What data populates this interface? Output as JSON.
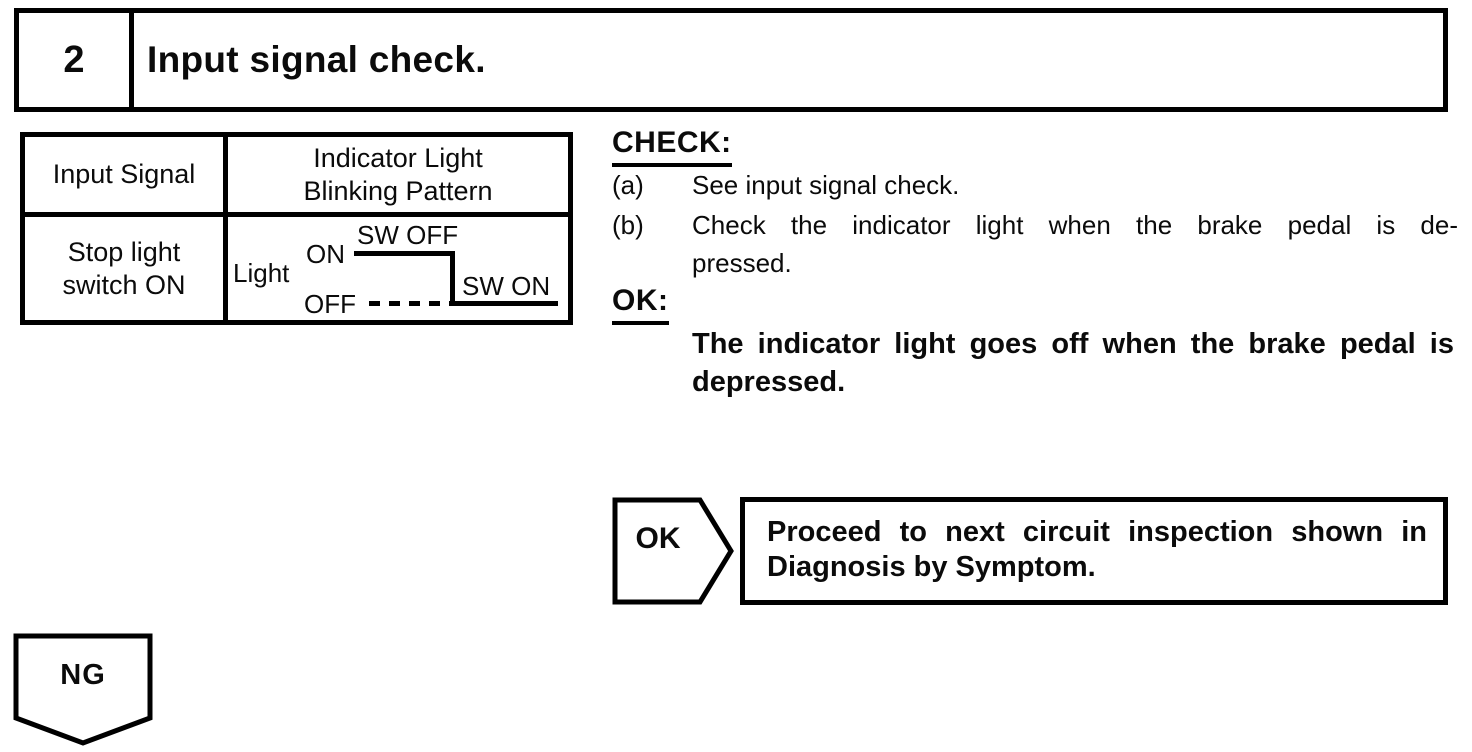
{
  "header": {
    "step_number": "2",
    "title": "Input signal check."
  },
  "table": {
    "col1_header": "Input Signal",
    "col2_header_line1": "Indicator Light",
    "col2_header_line2": "Blinking Pattern",
    "row1_col1_line1": "Stop light",
    "row1_col1_line2": "switch ON",
    "waveform": {
      "signal_label": "Light",
      "on_label": "ON",
      "off_label": "OFF",
      "sw_off_label": "SW OFF",
      "sw_on_label": "SW ON"
    }
  },
  "check": {
    "heading": "CHECK:",
    "item_a_label": "(a)",
    "item_a_text": "See input signal check.",
    "item_b_label": "(b)",
    "item_b_line1": "Check the indicator light when the brake pedal is de-",
    "item_b_line2": "pressed.",
    "ok_heading": "OK:",
    "ok_result_line1": "The indicator light goes off when the brake pedal is",
    "ok_result_line2": "depressed."
  },
  "flow": {
    "ok_label": "OK",
    "ok_action_line1": "Proceed to next circuit inspection shown in",
    "ok_action_line2": "Diagnosis by Symptom.",
    "ng_label": "NG"
  },
  "colors": {
    "ink": "#000000",
    "paper": "#ffffff"
  }
}
